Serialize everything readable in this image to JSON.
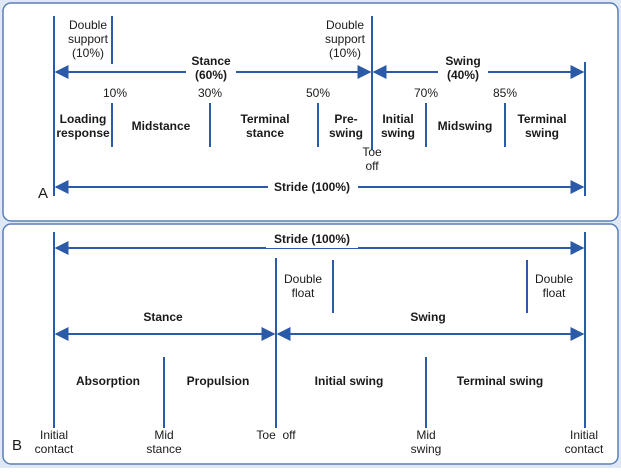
{
  "colors": {
    "background": "#dfe9f6",
    "panel": "#ffffff",
    "border": "#5a7fb8",
    "line": "#2b5aa8",
    "text": "#1a1a1a"
  },
  "panelA": {
    "label": "A",
    "double_support_left": [
      "Double",
      "support",
      "(10%)"
    ],
    "double_support_right": [
      "Double",
      "support",
      "(10%)"
    ],
    "stance": [
      "Stance",
      "(60%)"
    ],
    "swing": [
      "Swing",
      "(40%)"
    ],
    "pct_10": "10%",
    "pct_30": "30%",
    "pct_50": "50%",
    "pct_70": "70%",
    "pct_85": "85%",
    "loading_response": [
      "Loading",
      "response"
    ],
    "midstance": "Midstance",
    "terminal_stance": [
      "Terminal",
      "stance"
    ],
    "pre_swing": [
      "Pre-",
      "swing"
    ],
    "initial_swing": [
      "Initial",
      "swing"
    ],
    "midswing": "Midswing",
    "terminal_swing": [
      "Terminal",
      "swing"
    ],
    "toe_off": [
      "Toe",
      "off"
    ],
    "stride": "Stride (100%)"
  },
  "panelB": {
    "label": "B",
    "stride": "Stride (100%)",
    "double_float_left": [
      "Double",
      "float"
    ],
    "double_float_right": [
      "Double",
      "float"
    ],
    "stance": "Stance",
    "swing": "Swing",
    "absorption": "Absorption",
    "propulsion": "Propulsion",
    "initial_swing": "Initial swing",
    "terminal_swing": "Terminal swing",
    "initial_contact_left": [
      "Initial",
      "contact"
    ],
    "mid_stance": [
      "Mid",
      "stance"
    ],
    "toe_off": "Toe  off",
    "mid_swing": [
      "Mid",
      "swing"
    ],
    "initial_contact_right": [
      "Initial",
      "contact"
    ]
  }
}
